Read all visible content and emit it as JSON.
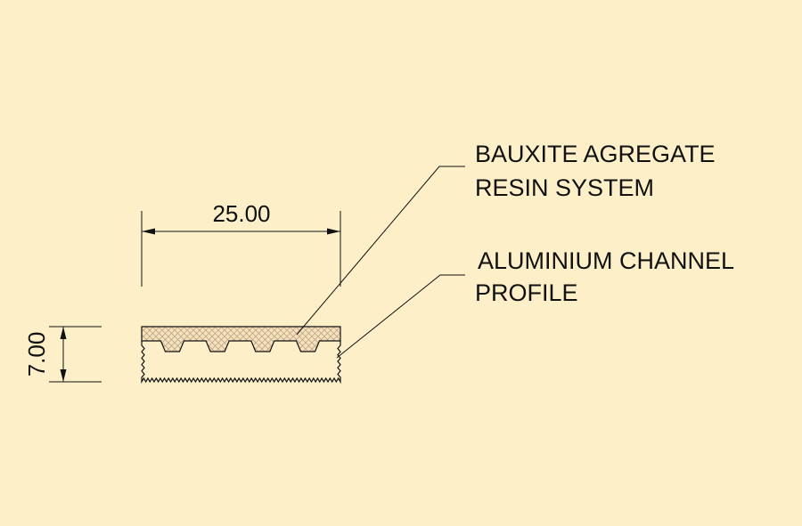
{
  "colors": {
    "background": "#fdf0c8",
    "line": "#111111",
    "resin_fill": "#f4e2bb",
    "resin_hatch": "#b89a82"
  },
  "dimensions": {
    "width_label": "25.00",
    "height_label": "7.00"
  },
  "callouts": {
    "resin": {
      "line1": "BAUXITE AGREGATE",
      "line2": "RESIN SYSTEM"
    },
    "channel": {
      "line1": "ALUMINIUM CHANNEL",
      "line2": "PROFILE"
    }
  },
  "profile": {
    "groove_count": 4,
    "bottom_serration_teeth": 48,
    "side_serration_teeth": 5
  }
}
